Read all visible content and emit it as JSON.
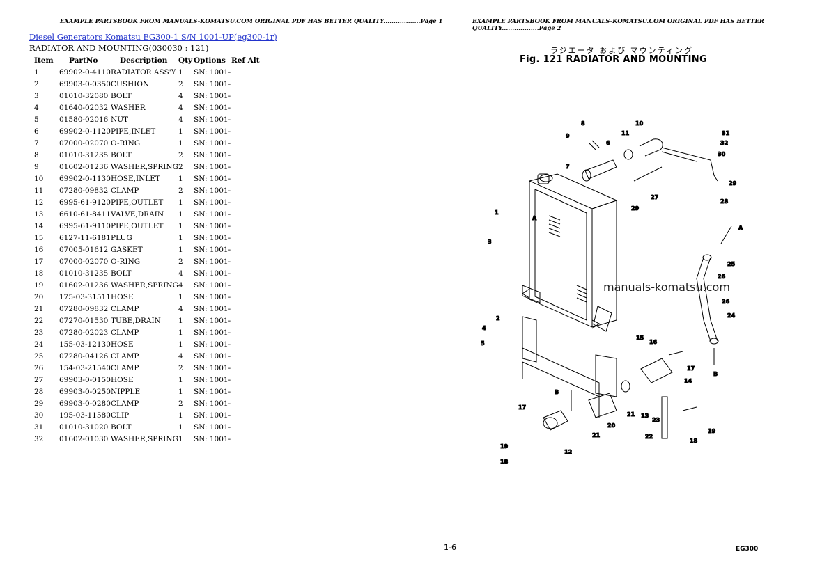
{
  "header": {
    "left": "EXAMPLE PARTSBOOK FROM MANUALS-KOMATSU.COM ORIGINAL PDF HAS BETTER QUALITY..................Page 1",
    "right": "EXAMPLE PARTSBOOK FROM MANUALS-KOMATSU.COM ORIGINAL PDF HAS BETTER QUALITY..................Page 2"
  },
  "doc": {
    "title_link": "Diesel Generators Komatsu EG300-1 S/N 1001-UP(eg300-1r)",
    "subtitle": "RADIATOR AND MOUNTING(030030 : 121)"
  },
  "table": {
    "headers": [
      "Item",
      "PartNo",
      "Description",
      "Qty",
      "Options",
      "Ref Alt"
    ],
    "rows": [
      [
        "1",
        "69902-0-4110",
        "RADIATOR ASS'Y",
        "1",
        "SN: 1001-",
        ""
      ],
      [
        "2",
        "69903-0-0350",
        "CUSHION",
        "2",
        "SN: 1001-",
        ""
      ],
      [
        "3",
        "01010-32080",
        "BOLT",
        "4",
        "SN: 1001-",
        ""
      ],
      [
        "4",
        "01640-02032",
        "WASHER",
        "4",
        "SN: 1001-",
        ""
      ],
      [
        "5",
        "01580-02016",
        "NUT",
        "4",
        "SN: 1001-",
        ""
      ],
      [
        "6",
        "69902-0-1120",
        "PIPE,INLET",
        "1",
        "SN: 1001-",
        ""
      ],
      [
        "7",
        "07000-02070",
        "O-RING",
        "1",
        "SN: 1001-",
        ""
      ],
      [
        "8",
        "01010-31235",
        "BOLT",
        "2",
        "SN: 1001-",
        ""
      ],
      [
        "9",
        "01602-01236",
        "WASHER,SPRING",
        "2",
        "SN: 1001-",
        ""
      ],
      [
        "10",
        "69902-0-1130",
        "HOSE,INLET",
        "1",
        "SN: 1001-",
        ""
      ],
      [
        "11",
        "07280-09832",
        "CLAMP",
        "2",
        "SN: 1001-",
        ""
      ],
      [
        "12",
        "6995-61-9120",
        "PIPE,OUTLET",
        "1",
        "SN: 1001-",
        ""
      ],
      [
        "13",
        "6610-61-8411",
        "VALVE,DRAIN",
        "1",
        "SN: 1001-",
        ""
      ],
      [
        "14",
        "6995-61-9110",
        "PIPE,OUTLET",
        "1",
        "SN: 1001-",
        ""
      ],
      [
        "15",
        "6127-11-6181",
        "PLUG",
        "1",
        "SN: 1001-",
        ""
      ],
      [
        "16",
        "07005-01612",
        "GASKET",
        "1",
        "SN: 1001-",
        ""
      ],
      [
        "17",
        "07000-02070",
        "O-RING",
        "2",
        "SN: 1001-",
        ""
      ],
      [
        "18",
        "01010-31235",
        "BOLT",
        "4",
        "SN: 1001-",
        ""
      ],
      [
        "19",
        "01602-01236",
        "WASHER,SPRING",
        "4",
        "SN: 1001-",
        ""
      ],
      [
        "20",
        "175-03-31511",
        "HOSE",
        "1",
        "SN: 1001-",
        ""
      ],
      [
        "21",
        "07280-09832",
        "CLAMP",
        "4",
        "SN: 1001-",
        ""
      ],
      [
        "22",
        "07270-01530",
        "TUBE,DRAIN",
        "1",
        "SN: 1001-",
        ""
      ],
      [
        "23",
        "07280-02023",
        "CLAMP",
        "1",
        "SN: 1001-",
        ""
      ],
      [
        "24",
        "155-03-12130",
        "HOSE",
        "1",
        "SN: 1001-",
        ""
      ],
      [
        "25",
        "07280-04126",
        "CLAMP",
        "4",
        "SN: 1001-",
        ""
      ],
      [
        "26",
        "154-03-21540",
        "CLAMP",
        "2",
        "SN: 1001-",
        ""
      ],
      [
        "27",
        "69903-0-0150",
        "HOSE",
        "1",
        "SN: 1001-",
        ""
      ],
      [
        "28",
        "69903-0-0250",
        "NIPPLE",
        "1",
        "SN: 1001-",
        ""
      ],
      [
        "29",
        "69903-0-0280",
        "CLAMP",
        "2",
        "SN: 1001-",
        ""
      ],
      [
        "30",
        "195-03-11580",
        "CLIP",
        "1",
        "SN: 1001-",
        ""
      ],
      [
        "31",
        "01010-31020",
        "BOLT",
        "1",
        "SN: 1001-",
        ""
      ],
      [
        "32",
        "01602-01030",
        "WASHER,SPRING",
        "1",
        "SN: 1001-",
        ""
      ]
    ]
  },
  "figure": {
    "jp_title": "ラジエータ および マウンティング",
    "title": "Fig. 121  RADIATOR AND MOUNTING",
    "watermark": "manuals-komatsu.com",
    "callouts": {
      "c1": "1",
      "c2": "2",
      "c3": "3",
      "c4": "4",
      "c5": "5",
      "c6": "6",
      "c7": "7",
      "c8": "8",
      "c9": "9",
      "c10": "10",
      "c11": "11",
      "c12": "12",
      "c13": "13",
      "c14": "14",
      "c15": "15",
      "c16": "16",
      "c17a": "17",
      "c17b": "17",
      "c18a": "18",
      "c18b": "18",
      "c19a": "19",
      "c19b": "19",
      "c20": "20",
      "c21a": "21",
      "c21b": "21",
      "c22": "22",
      "c23": "23",
      "c24": "24",
      "c25": "25",
      "c26a": "26",
      "c26b": "26",
      "c27": "27",
      "c28": "28",
      "c29a": "29",
      "c29b": "29",
      "c30": "30",
      "c31": "31",
      "c32": "32",
      "cA1": "A",
      "cA2": "A",
      "cB1": "B",
      "cB2": "B"
    }
  },
  "footer": {
    "page_no": "1-6",
    "model": "EG300"
  }
}
